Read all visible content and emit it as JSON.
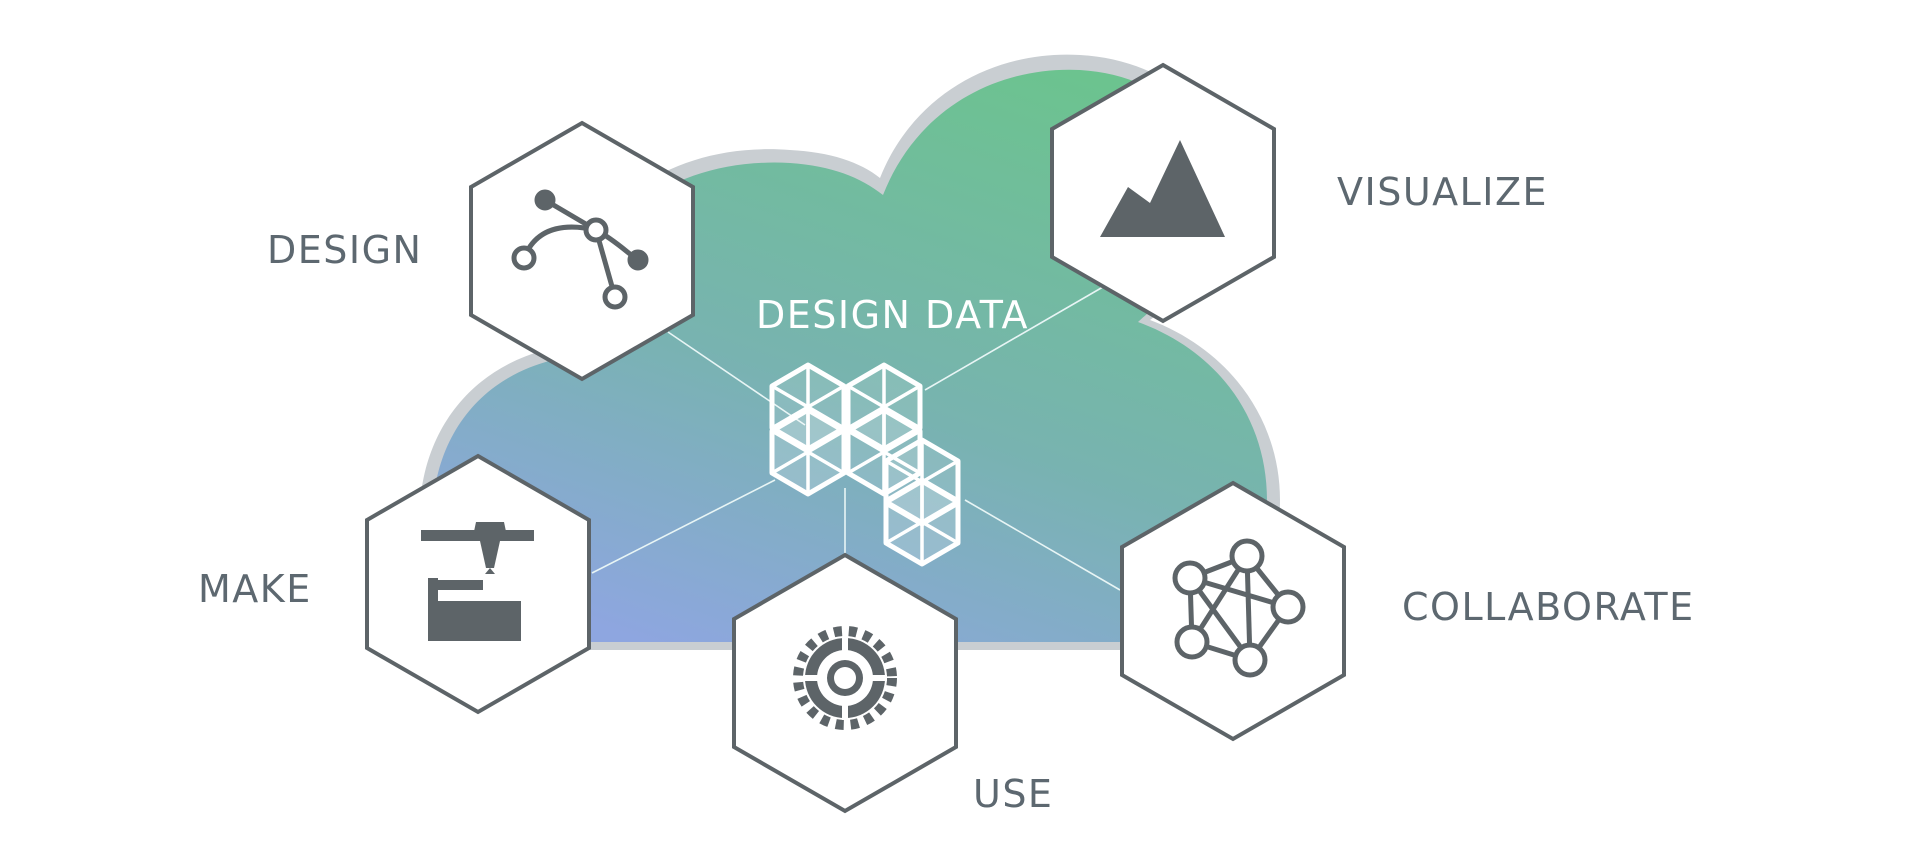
{
  "diagram": {
    "center_label": "DESIGN DATA",
    "nodes": [
      {
        "key": "design",
        "label": "DESIGN",
        "icon": "bezier-curve-icon"
      },
      {
        "key": "visualize",
        "label": "VISUALIZE",
        "icon": "mountain-icon"
      },
      {
        "key": "make",
        "label": "MAKE",
        "icon": "3d-printer-icon"
      },
      {
        "key": "use",
        "label": "USE",
        "icon": "gear-icon"
      },
      {
        "key": "collaborate",
        "label": "COLLABORATE",
        "icon": "network-icon"
      }
    ],
    "colors": {
      "cloud_top": "#6cc38f",
      "cloud_bottom": "#8ea6e0",
      "cloud_outline": "#c9ced2",
      "hex_stroke": "#5d6468",
      "icon": "#5d6468",
      "label": "#5d6870",
      "connector": "#e8f5f5"
    }
  }
}
